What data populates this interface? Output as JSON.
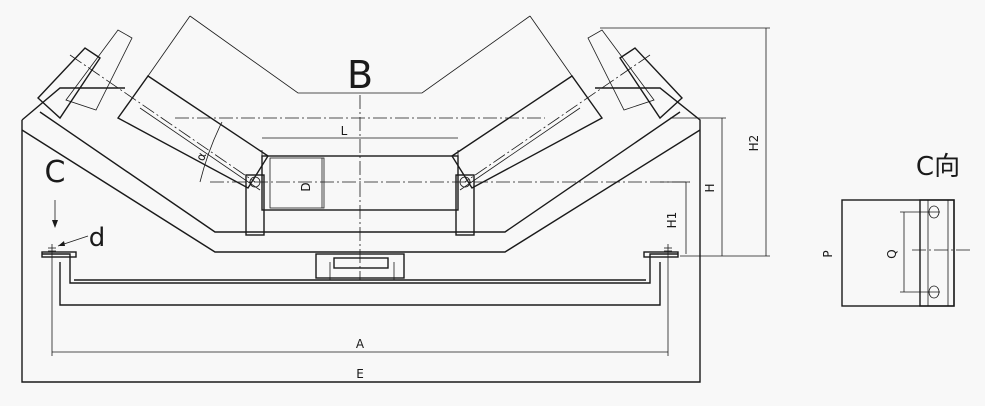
{
  "drawing": {
    "title": "Troughing idler assembly drawing",
    "labels": {
      "B": "B",
      "L": "L",
      "D": "D",
      "a": "α",
      "H": "H",
      "H1": "H1",
      "H2": "H2",
      "A": "A",
      "E": "E",
      "C": "C",
      "d": "d",
      "P": "P",
      "Q": "Q",
      "view": "C向"
    }
  }
}
